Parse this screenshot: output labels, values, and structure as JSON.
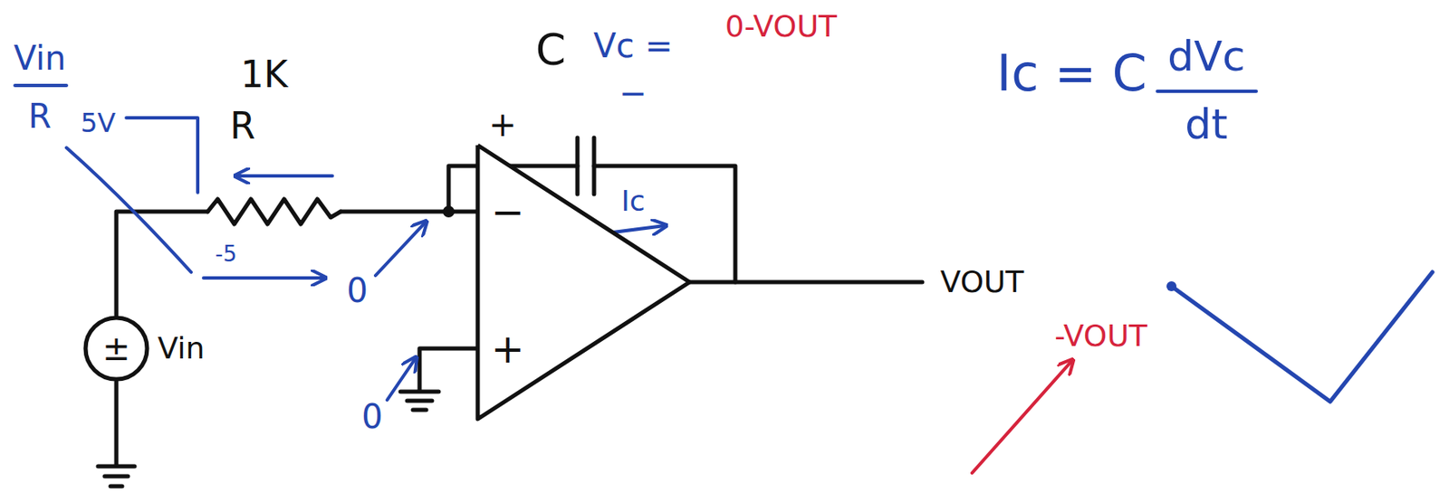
{
  "diagram": {
    "nodes": [
      {
        "text": [
          "±"
        ]
      },
      {
        "text": [
          "−",
          "+"
        ]
      }
    ],
    "labels": [
      "Vin",
      "R",
      "5V",
      "1K",
      "R",
      "-5",
      "0",
      "0",
      "+",
      "C",
      "Vc =",
      "0-VOUT",
      "−",
      "Ic",
      "Ic = C",
      "dVc",
      "dt",
      "Vin",
      "VOUT",
      "-VOUT"
    ]
  }
}
